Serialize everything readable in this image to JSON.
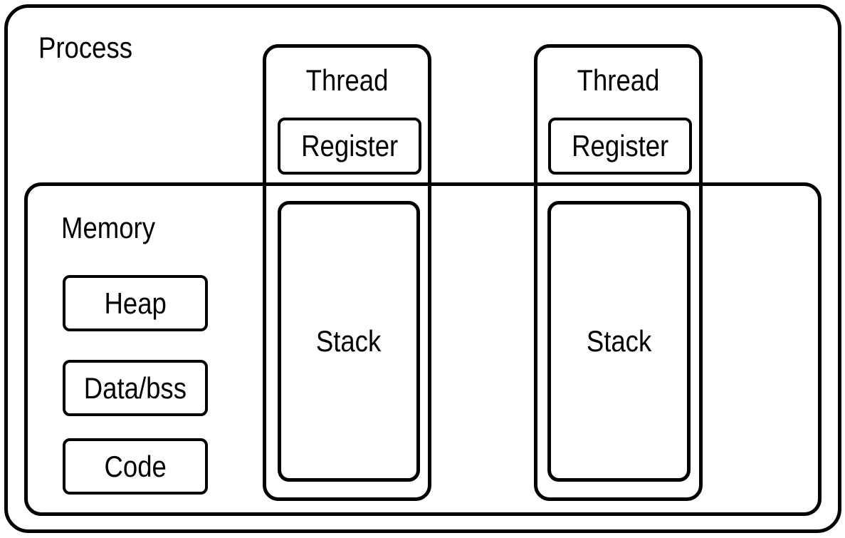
{
  "colors": {
    "stroke": "#000000",
    "background": "#ffffff"
  },
  "process": {
    "label": "Process"
  },
  "memory": {
    "label": "Memory",
    "blocks": [
      {
        "label": "Heap"
      },
      {
        "label": "Data/bss"
      },
      {
        "label": "Code"
      }
    ]
  },
  "threads": [
    {
      "label": "Thread",
      "register": {
        "label": "Register"
      },
      "stack": {
        "label": "Stack"
      }
    },
    {
      "label": "Thread",
      "register": {
        "label": "Register"
      },
      "stack": {
        "label": "Stack"
      }
    }
  ]
}
